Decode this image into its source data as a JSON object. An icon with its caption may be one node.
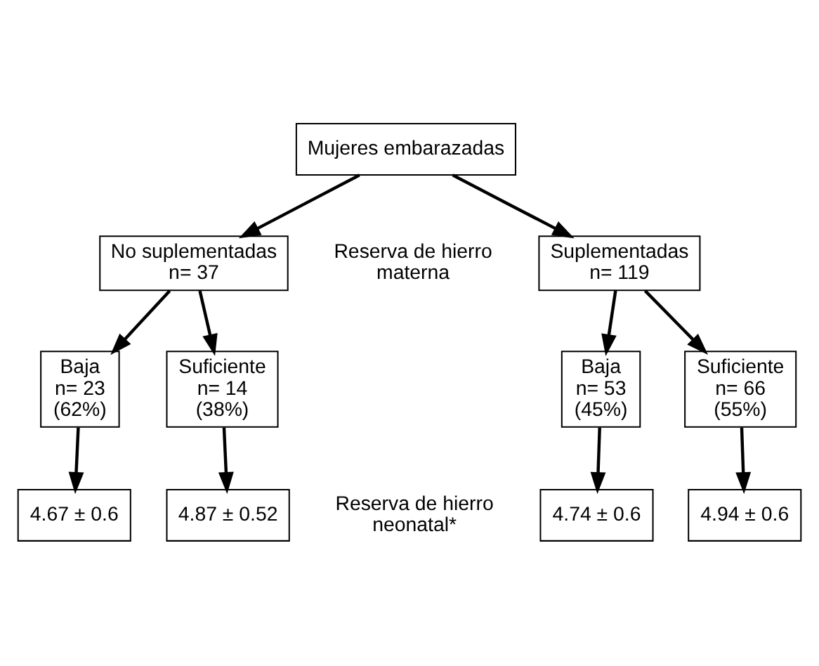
{
  "diagram": {
    "nodes": [
      {
        "text": [
          "Mujeres embarazadas"
        ]
      },
      {
        "text": [
          "No suplementadas",
          "n= 37"
        ]
      },
      {
        "text": [
          "Suplementadas",
          "n= 119"
        ]
      },
      {
        "text": [
          "Baja",
          "n= 23",
          "(62%)"
        ]
      },
      {
        "text": [
          "Suficiente",
          "n= 14",
          "(38%)"
        ]
      },
      {
        "text": [
          "Baja",
          "n= 53",
          "(45%)"
        ]
      },
      {
        "text": [
          "Suficiente",
          "n= 66",
          "(55%)"
        ]
      },
      {
        "text": [
          "4.67 ± 0.6"
        ]
      },
      {
        "text": [
          "4.87 ± 0.52"
        ]
      },
      {
        "text": [
          "4.74 ± 0.6"
        ]
      },
      {
        "text": [
          "4.94 ± 0.6"
        ]
      }
    ],
    "edges": [
      {
        "from": 0,
        "to": 1,
        "arrow": "to"
      },
      {
        "from": 0,
        "to": 2,
        "arrow": "to"
      },
      {
        "from": 1,
        "to": 3,
        "arrow": "to"
      },
      {
        "from": 1,
        "to": 4,
        "arrow": "to"
      },
      {
        "from": 2,
        "to": 5,
        "arrow": "to"
      },
      {
        "from": 2,
        "to": 6,
        "arrow": "to"
      },
      {
        "from": 3,
        "to": 7,
        "arrow": "to"
      },
      {
        "from": 4,
        "to": 8,
        "arrow": "to"
      },
      {
        "from": 5,
        "to": 9,
        "arrow": "to"
      },
      {
        "from": 6,
        "to": 10,
        "arrow": "to"
      }
    ],
    "labels": [
      "Reserva de hierro materna",
      "Reserva de hierro neonatal*"
    ]
  }
}
